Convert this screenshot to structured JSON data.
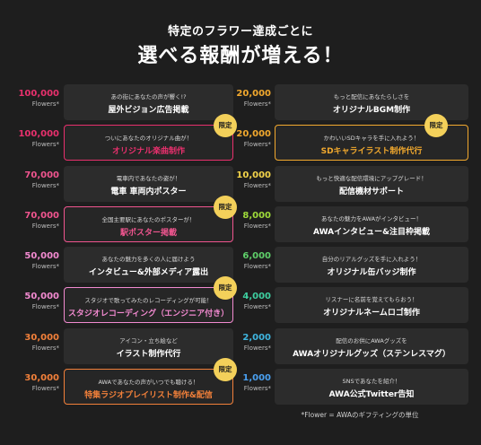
{
  "header": {
    "subtitle": "特定のフラワー達成ごとに",
    "title": "選べる報酬が増える！"
  },
  "footnote": "*Flower = AWAのギフティングの単位",
  "rewards_left": [
    {
      "amount": "100,000",
      "unit": "Flowers*",
      "desc": "あの街にあなたの声が響く!?",
      "name": "屋外ビジョン広告掲載",
      "color": "#e8306d",
      "limited": false
    },
    {
      "amount": "100,000",
      "unit": "Flowers*",
      "desc": "ついにあなたのオリジナル曲が！",
      "name": "オリジナル楽曲制作",
      "color": "#e8306d",
      "limited": true,
      "badge": "限定"
    },
    {
      "amount": "70,000",
      "unit": "Flowers*",
      "desc": "電車内であなたの姿が！",
      "name": "電車 車両内ポスター",
      "color": "#f0558f",
      "limited": false
    },
    {
      "amount": "70,000",
      "unit": "Flowers*",
      "desc": "全国主要駅にあなたのポスターが！",
      "name": "駅ポスター掲載",
      "color": "#f0558f",
      "limited": true,
      "badge": "限定"
    },
    {
      "amount": "50,000",
      "unit": "Flowers*",
      "desc": "あなたの魅力を多くの人に届けよう",
      "name": "インタビュー&外部メディア露出",
      "color": "#f28ad0",
      "limited": false
    },
    {
      "amount": "50,000",
      "unit": "Flowers*",
      "desc": "スタジオで歌ってみたのレコーディングが可能！",
      "name": "スタジオレコーディング（エンジニア付き）",
      "color": "#f28ad0",
      "limited": true,
      "badge": "限定"
    },
    {
      "amount": "30,000",
      "unit": "Flowers*",
      "desc": "アイコン・立ち絵など",
      "name": "イラスト制作代行",
      "color": "#f2803a",
      "limited": false
    },
    {
      "amount": "30,000",
      "unit": "Flowers*",
      "desc": "AWAであなたの声がいつでも聴ける！",
      "name": "特集ラジオプレイリスト制作&配信",
      "color": "#f2803a",
      "limited": true,
      "badge": "限定"
    }
  ],
  "rewards_right": [
    {
      "amount": "20,000",
      "unit": "Flowers*",
      "desc": "もっと配信にあなたらしさを",
      "name": "オリジナルBGM制作",
      "color": "#f2a92e",
      "limited": false
    },
    {
      "amount": "20,000",
      "unit": "Flowers*",
      "desc": "かわいいSDキャラを手に入れよう！",
      "name": "SDキャライラスト制作代行",
      "color": "#f2a92e",
      "limited": true,
      "badge": "限定"
    },
    {
      "amount": "10,000",
      "unit": "Flowers*",
      "desc": "もっと快適な配信環境にアップグレード！",
      "name": "配信機材サポート",
      "color": "#f3d44a",
      "limited": false
    },
    {
      "amount": "8,000",
      "unit": "Flowers*",
      "desc": "あなたの魅力をAWAがインタビュー！",
      "name": "AWAインタビュー&注目枠掲載",
      "color": "#9fdc3a",
      "limited": false
    },
    {
      "amount": "6,000",
      "unit": "Flowers*",
      "desc": "自分のリアルグッズを手に入れよう！",
      "name": "オリジナル缶バッジ制作",
      "color": "#5fd06a",
      "limited": false
    },
    {
      "amount": "4,000",
      "unit": "Flowers*",
      "desc": "リスナーに名前を覚えてもらおう！",
      "name": "オリジナルネームロゴ制作",
      "color": "#3ecfa0",
      "limited": false
    },
    {
      "amount": "2,000",
      "unit": "Flowers*",
      "desc": "配信のお供にAWAグッズを",
      "name": "AWAオリジナルグッズ（ステンレスマグ）",
      "color": "#3fb6e0",
      "limited": false
    },
    {
      "amount": "1,000",
      "unit": "Flowers*",
      "desc": "SNSであなたを紹介！",
      "name": "AWA公式Twitter告知",
      "color": "#4aa0f0",
      "limited": false
    }
  ]
}
